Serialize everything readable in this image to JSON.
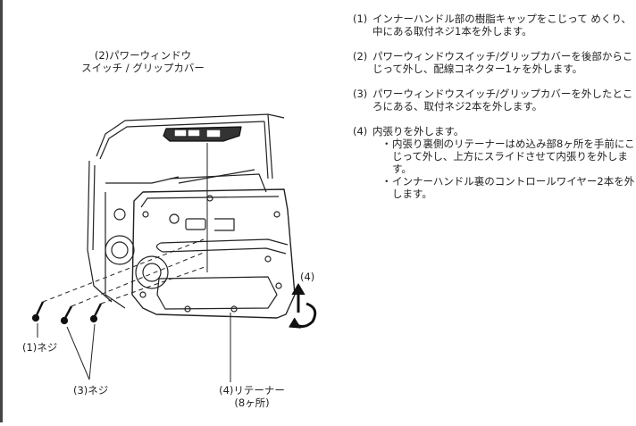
{
  "labels": {
    "switch_line1": "(2)パワーウィンドウ",
    "switch_line2": "スイッチ / グリップカバー",
    "screw1": "(1)ネジ",
    "screw3": "(3)ネジ",
    "retainer_line1": "(4)リテーナー",
    "retainer_line2": "(8ヶ所)",
    "arrow_num": "(4)"
  },
  "steps": [
    {
      "num": "(1)",
      "text": "インナーハンドル部の樹脂キャップをこじって めくり、中にある取付ネジ1本を外します。"
    },
    {
      "num": "(2)",
      "text": "パワーウィンドウスイッチ/グリップカバーを後部からこじって外し、配線コネクター1ヶを外します。"
    },
    {
      "num": "(3)",
      "text": "パワーウィンドウスイッチ/グリップカバーを外したところにある、取付ネジ2本を外します。"
    },
    {
      "num": "(4)",
      "text": "内張りを外します。",
      "subs": [
        "内張り裏側のリテーナーはめ込み部8ヶ所を手前にこじって外し、上方にスライドさせて内張りを外します。",
        "インナーハンドル裏のコントロールワイヤー2本を外します。"
      ]
    }
  ],
  "sub_bullet": "・"
}
